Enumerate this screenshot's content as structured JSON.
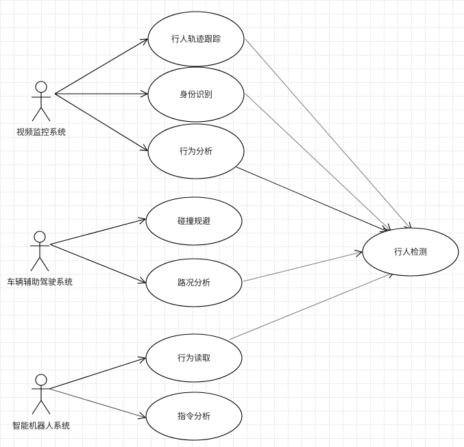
{
  "actors": [
    {
      "id": "video",
      "label": "视频监控系统"
    },
    {
      "id": "vehicle",
      "label": "车辆辅助驾驶系统"
    },
    {
      "id": "robot",
      "label": "智能机器人系统"
    }
  ],
  "use_cases": [
    {
      "id": "track",
      "label": "行人轨迹跟踪"
    },
    {
      "id": "identity",
      "label": "身份识别"
    },
    {
      "id": "behavior",
      "label": "行为分析"
    },
    {
      "id": "collision",
      "label": "碰撞规避"
    },
    {
      "id": "road",
      "label": "路况分析"
    },
    {
      "id": "read",
      "label": "行为读取"
    },
    {
      "id": "command",
      "label": "指令分析"
    },
    {
      "id": "detect",
      "label": "行人检测"
    }
  ]
}
